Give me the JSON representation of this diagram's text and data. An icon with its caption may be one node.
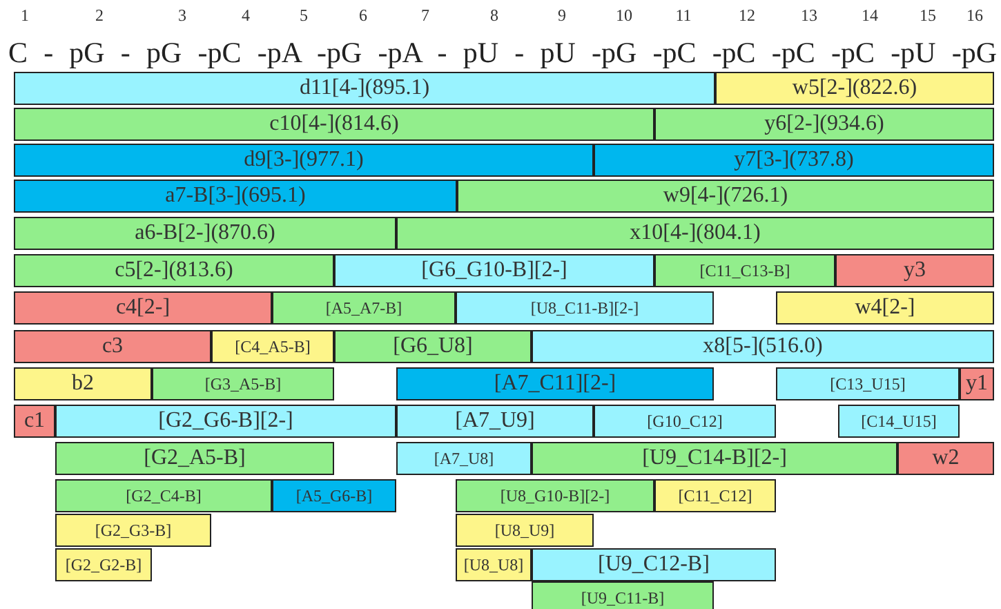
{
  "diagram": {
    "nodes": [
      {
        "text": [
          "d11[4-](895.1)"
        ]
      },
      {
        "text": [
          "w5[2-](822.6)"
        ]
      },
      {
        "text": [
          "c10[4-](814.6)"
        ]
      },
      {
        "text": [
          "y6[2-](934.6)"
        ]
      },
      {
        "text": [
          "d9[3-](977.1)"
        ]
      },
      {
        "text": [
          "y7[3-](737.8)"
        ]
      },
      {
        "text": [
          "a7-B[3-](695.1)"
        ]
      },
      {
        "text": [
          "w9[4-](726.1)"
        ]
      },
      {
        "text": [
          "a6-B[2-](870.6)"
        ]
      },
      {
        "text": [
          "x10[4-](804.1)"
        ]
      },
      {
        "text": [
          "c5[2-](813.6)"
        ]
      },
      {
        "text": [
          "[G6_G10-B][2-]"
        ]
      },
      {
        "text": [
          "[C11_C13-B]"
        ]
      },
      {
        "text": [
          "y3"
        ]
      },
      {
        "text": [
          "c4[2-]"
        ]
      },
      {
        "text": [
          "[A5_A7-B]"
        ]
      },
      {
        "text": [
          "[U8_C11-B][2-]"
        ]
      },
      {
        "text": [
          "w4[2-]"
        ]
      },
      {
        "text": [
          "c3"
        ]
      },
      {
        "text": [
          "[C4_A5-B]"
        ]
      },
      {
        "text": [
          "[G6_U8]"
        ]
      },
      {
        "text": [
          "x8[5-](516.0)"
        ]
      },
      {
        "text": [
          "b2"
        ]
      },
      {
        "text": [
          "[G3_A5-B]"
        ]
      },
      {
        "text": [
          "[A7_C11][2-]"
        ]
      },
      {
        "text": [
          "[C13_U15]"
        ]
      },
      {
        "text": [
          "y1"
        ]
      },
      {
        "text": [
          "c1"
        ]
      },
      {
        "text": [
          "[G2_G6-B][2-]"
        ]
      },
      {
        "text": [
          "[A7_U9]"
        ]
      },
      {
        "text": [
          "[G10_C12]"
        ]
      },
      {
        "text": [
          "[C14_U15]"
        ]
      },
      {
        "text": [
          "[G2_A5-B]"
        ]
      },
      {
        "text": [
          "[A7_U8]"
        ]
      },
      {
        "text": [
          "[U9_C14-B][2-]"
        ]
      },
      {
        "text": [
          "w2"
        ]
      },
      {
        "text": [
          "[G2_C4-B]"
        ]
      },
      {
        "text": [
          "[A5_G6-B]"
        ]
      },
      {
        "text": [
          "[U8_G10-B][2-]"
        ]
      },
      {
        "text": [
          "[C11_C12]"
        ]
      },
      {
        "text": [
          "[G2_G3-B]"
        ]
      },
      {
        "text": [
          "[U8_U9]"
        ]
      },
      {
        "text": [
          "[G2_G2-B]"
        ]
      },
      {
        "text": [
          "[U8_U8]"
        ]
      },
      {
        "text": [
          "[U9_C12-B]"
        ]
      },
      {
        "text": [
          "[U9_C11-B]"
        ]
      }
    ],
    "labels": [
      "1",
      "2",
      "3",
      "4",
      "5",
      "6",
      "7",
      "8",
      "9",
      "10",
      "11",
      "12",
      "13",
      "14",
      "15",
      "16",
      "C - pG - pG -pC -pA -pG -pA - pU - pU -pG -pC -pC -pC -pC -pU -pG"
    ]
  }
}
